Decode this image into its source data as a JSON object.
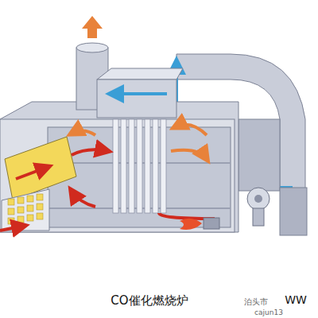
{
  "diagram": {
    "caption": "CO催化燃烧炉",
    "labels": [
      "泊头市",
      "cajun13",
      "WW"
    ]
  }
}
